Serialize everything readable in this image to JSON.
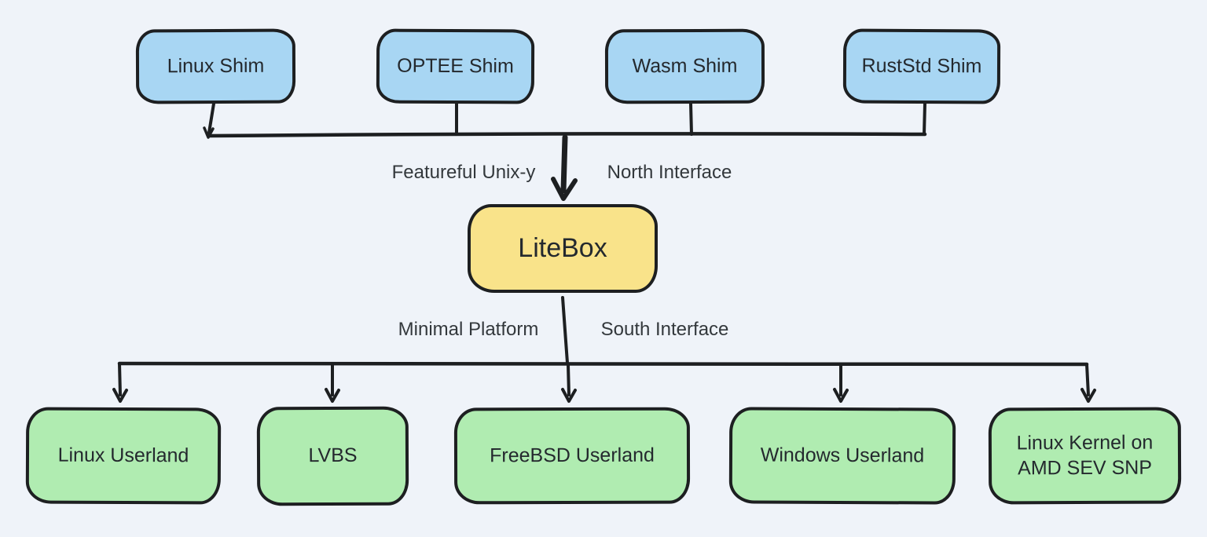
{
  "colors": {
    "background": "#eff3f9",
    "stroke": "#1d1f21",
    "north_fill": "#a8d6f3",
    "center_fill": "#f9e38a",
    "south_fill": "#b0ecb1",
    "node_text": "#24292e",
    "label_text": "#33383c"
  },
  "north_nodes": [
    {
      "label": "Linux Shim"
    },
    {
      "label": "OPTEE Shim"
    },
    {
      "label": "Wasm Shim"
    },
    {
      "label": "RustStd Shim"
    }
  ],
  "center_node": {
    "label": "LiteBox"
  },
  "interface_labels": {
    "north_left": "Featureful Unix-y",
    "north_right": "North Interface",
    "south_left": "Minimal Platform",
    "south_right": "South Interface"
  },
  "south_nodes": [
    {
      "label": "Linux Userland"
    },
    {
      "label": "LVBS"
    },
    {
      "label": "FreeBSD Userland"
    },
    {
      "label": "Windows Userland"
    },
    {
      "label": "Linux Kernel on AMD SEV SNP"
    }
  ]
}
